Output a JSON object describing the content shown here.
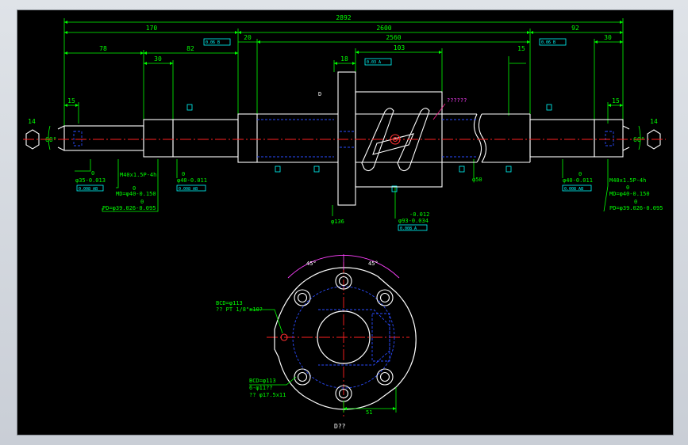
{
  "drawing": {
    "overall_length": "2892",
    "dim_170": "170",
    "dim_2600": "2600",
    "dim_92_right": "92",
    "dim_20": "20",
    "dim_2560": "2560",
    "dim_78": "78",
    "dim_30_left": "30",
    "dim_82": "82",
    "dim_30_right": "30",
    "dim_18": "18",
    "dim_103": "103",
    "dim_15_left": "15",
    "dim_15_mid": "15",
    "dim_15_right": "15",
    "dim_14_left": "14",
    "dim_14_right": "14",
    "angle_60_left": "60°",
    "angle_60_right": "60°",
    "tol_frame_1": "0.06 B",
    "tol_frame_2": "0.03 A",
    "tol_frame_3": "0.06 B",
    "view_label_d": "D",
    "note_question": "??????",
    "left_end": {
      "zero_1": "0",
      "dia35": "φ35-0.013",
      "frame": "0.008 AB",
      "thread": "M40x1.5P-4h",
      "zero_2": "0",
      "md": "MD=φ40-0.150",
      "zero_3": "0",
      "pd": "PD=φ39.026-0.095",
      "zero_4": "0",
      "dia40": "φ40-0.011",
      "frame2": "0.008 AB"
    },
    "right_end": {
      "zero_1": "0",
      "dia40": "φ40-0.011",
      "frame": "0.008 AB",
      "thread": "M40x1.5P-4h",
      "zero_2": "0",
      "md": "MD=φ40-0.150",
      "zero_3": "0",
      "pd": "PD=φ39.026-0.095"
    },
    "dia50": "φ50",
    "dia136": "φ136",
    "nut_tol_1": "-0.012",
    "nut_tol_2": "φ93-0.034",
    "nut_frame": "0.008 A",
    "flange_view": {
      "angle_1": "45°",
      "angle_2": "45°",
      "bcd_top": "BCD=φ113",
      "pt_note": "?? PT 1/8\"x10?",
      "bcd_bottom": "BCD=φ113",
      "holes": "6-φ11??",
      "cbore": "?? φ17.5x11",
      "dim_51": "51",
      "view_title": "D??"
    }
  },
  "colors": {
    "background": "#000000",
    "outline": "#ffffff",
    "dimension": "#00ff00",
    "centerline": "#ff2020",
    "hidden": "#2040ff",
    "tolerance": "#00ffff",
    "annotation": "#ff40ff",
    "leader": "#ff2090"
  }
}
